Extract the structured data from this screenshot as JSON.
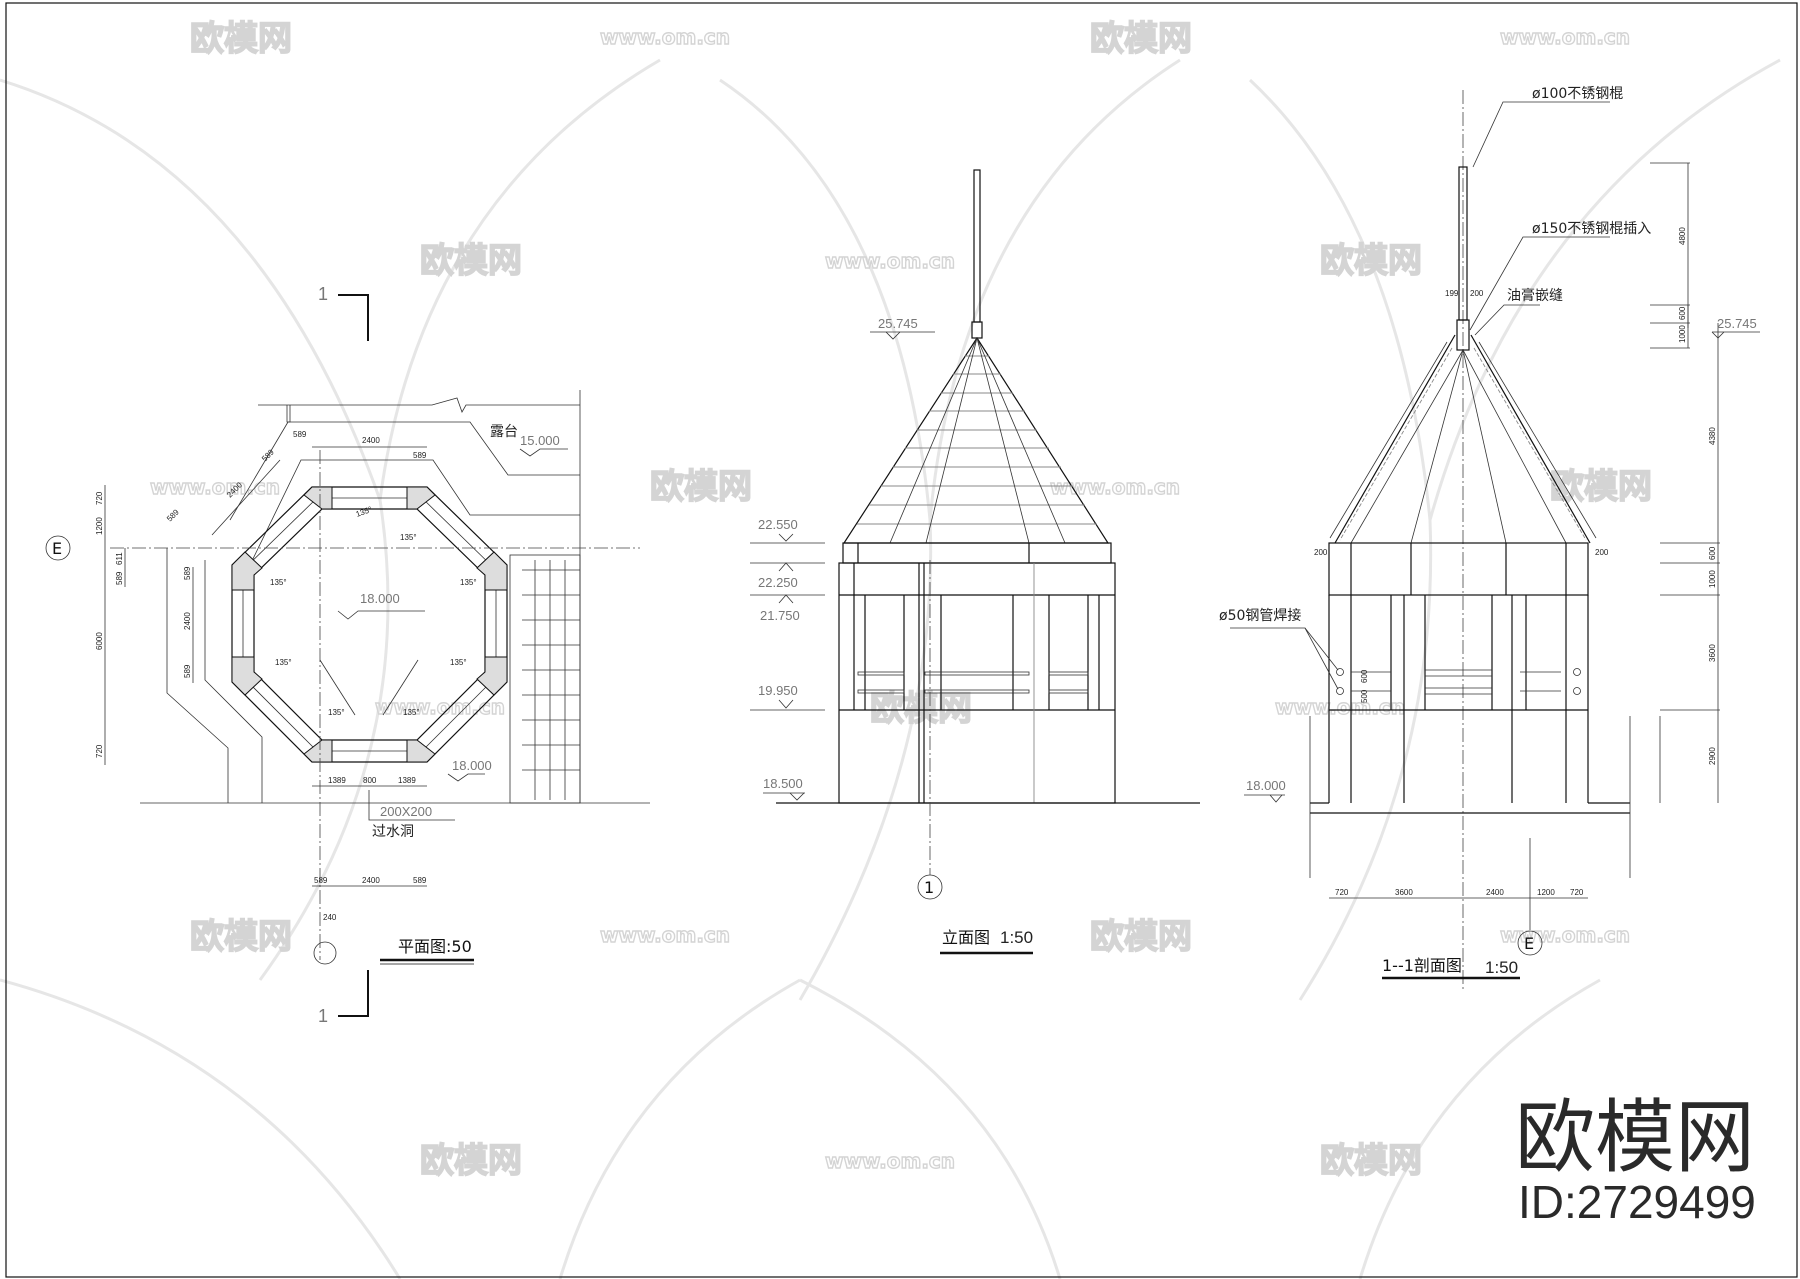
{
  "watermark": {
    "brand": "欧模网",
    "url": "www.om.cn",
    "id_label": "ID:2729499"
  },
  "plan": {
    "title": "平面图:50",
    "terrace_label": "露台",
    "levels": [
      "15.000",
      "18.000",
      "18.000"
    ],
    "opening_size": "200X200",
    "opening_label": "过水洞",
    "axis_label": "E",
    "section_mark": "1",
    "angle": "135°",
    "dims_top": [
      "589",
      "2400",
      "589"
    ],
    "dims_diag": [
      "589",
      "2400",
      "589"
    ],
    "dims_left_inner": [
      "589",
      "2400",
      "589"
    ],
    "dims_left_outer": [
      "720",
      "1200",
      "6000",
      "720"
    ],
    "dims_left_small": [
      "611",
      "589"
    ],
    "dims_bottom_inner": [
      "1389",
      "800",
      "1389"
    ],
    "dims_bottom_outer": [
      "589",
      "2400",
      "589"
    ],
    "dim_240": "240"
  },
  "elevation": {
    "title": "立面图",
    "scale": "1:50",
    "levels": [
      "25.745",
      "22.550",
      "22.250",
      "21.750",
      "19.950",
      "18.500"
    ],
    "axis_label": "1"
  },
  "section": {
    "title": "1--1剖面图",
    "scale": "1:50",
    "notes": [
      "ø100不锈钢棍",
      "ø150不锈钢棍插入",
      "油膏嵌缝",
      "ø50钢管焊接"
    ],
    "levels": [
      "25.745",
      "18.000"
    ],
    "dims_pole": [
      "199",
      "200"
    ],
    "dims_eave": [
      "200",
      "200"
    ],
    "dims_right_outer": [
      "4800",
      "600",
      "1000"
    ],
    "dims_right_inner": [
      "4380",
      "600",
      "1000",
      "3600",
      "2900"
    ],
    "dims_rail": [
      "600",
      "500"
    ],
    "dims_bottom": [
      "720",
      "3600",
      "2400",
      "1200",
      "720"
    ],
    "axis_label": "E"
  }
}
